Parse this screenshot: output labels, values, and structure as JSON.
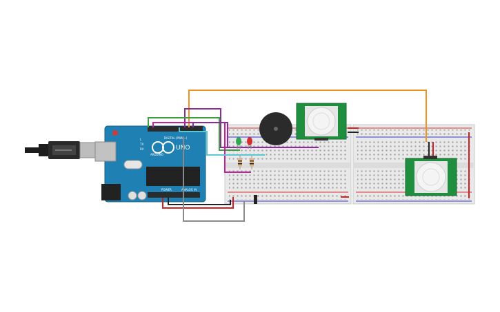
{
  "arduino": {
    "brand": "ARDUINO",
    "model": "UNO",
    "digital_label": "DIGITAL (PWM~)",
    "power_label": "POWER",
    "analog_label": "ANALOG IN",
    "tx_label": "TX",
    "rx_label": "RX",
    "l_label": "L"
  },
  "pir_sensors": [
    {
      "id": "pir-1"
    },
    {
      "id": "pir-2"
    }
  ],
  "leds": [
    {
      "color": "#2fa84f"
    },
    {
      "color": "#d22f2f"
    }
  ],
  "wire_colors": {
    "orange": "#f0921e",
    "purple": "#8e2b9c",
    "green": "#3aa13c",
    "magenta": "#c2249a",
    "red": "#d41f1f",
    "black": "#222222",
    "gray": "#8a8a8a",
    "cyan": "#5bc8d6"
  }
}
